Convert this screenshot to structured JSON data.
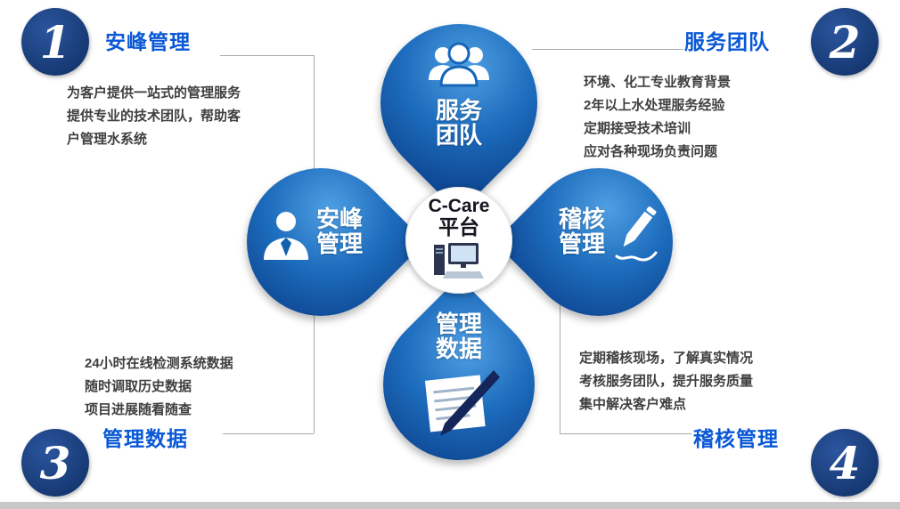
{
  "center": {
    "title": "C-Care",
    "subtitle": "平台",
    "icon": "computer-icon"
  },
  "petals": {
    "top": {
      "line1": "服务",
      "line2": "团队",
      "icon": "team-icon"
    },
    "left": {
      "line1": "安峰",
      "line2": "管理",
      "icon": "person-icon"
    },
    "right": {
      "line1": "稽核",
      "line2": "管理",
      "icon": "pencil-icon"
    },
    "bottom": {
      "line1": "管理",
      "line2": "数据",
      "icon": "document-pen-icon"
    }
  },
  "corners": [
    {
      "number": "1",
      "heading": "安峰管理",
      "lines": [
        "为客户提供一站式的管理服务",
        "提供专业的技术团队，帮助客",
        "户管理水系统"
      ]
    },
    {
      "number": "2",
      "heading": "服务团队",
      "lines": [
        "环境、化工专业教育背景",
        "2年以上水处理服务经验",
        "定期接受技术培训",
        "应对各种现场负责问题"
      ]
    },
    {
      "number": "3",
      "heading": "管理数据",
      "lines": [
        "24小时在线检测系统数据",
        "随时调取历史数据",
        "项目进展随看随查"
      ]
    },
    {
      "number": "4",
      "heading": "稽核管理",
      "lines": [
        "定期稽核现场，了解真实情况",
        "考核服务团队，提升服务质量",
        "集中解决客户难点"
      ]
    }
  ],
  "colors": {
    "petal_light": "#4f9fe3",
    "petal_dark": "#0a3c86",
    "corner_circle": "#14366e",
    "heading_blue": "#0a58d6",
    "body_text": "#3f3f3f",
    "connector_line": "#aaaaaa",
    "bottom_bar": "#c7c7c7"
  }
}
